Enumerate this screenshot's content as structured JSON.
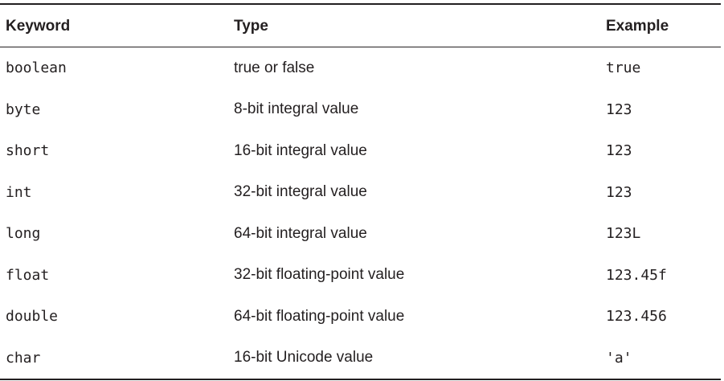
{
  "table": {
    "headers": {
      "keyword": "Keyword",
      "type": "Type",
      "example": "Example"
    },
    "rows": [
      {
        "keyword": "boolean",
        "type": "true or false",
        "example": "true"
      },
      {
        "keyword": "byte",
        "type": "8-bit integral value",
        "example": "123"
      },
      {
        "keyword": "short",
        "type": "16-bit integral value",
        "example": "123"
      },
      {
        "keyword": "int",
        "type": "32-bit integral value",
        "example": "123"
      },
      {
        "keyword": "long",
        "type": "64-bit integral value",
        "example": "123L"
      },
      {
        "keyword": "float",
        "type": "32-bit floating-point value",
        "example": "123.45f"
      },
      {
        "keyword": "double",
        "type": "64-bit floating-point value",
        "example": "123.456"
      },
      {
        "keyword": "char",
        "type": "16-bit Unicode value",
        "example": "'a'"
      }
    ]
  }
}
